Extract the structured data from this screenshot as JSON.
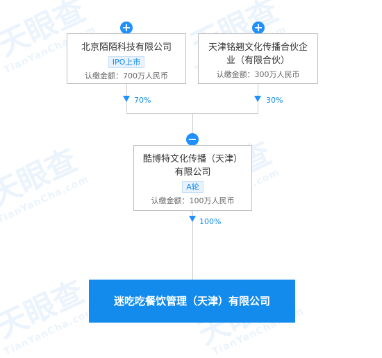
{
  "watermark": {
    "brand": "天眼查",
    "url": "TianYanCha.com"
  },
  "shareholders": [
    {
      "name": "北京陌陌科技有限公司",
      "tag": "IPO上市",
      "capital": "认缴金额：700万人民币",
      "percent": "70%",
      "toggle": "+"
    },
    {
      "name_line1": "天津铭翘文化传播合伙企",
      "name_line2": "业（有限合伙）",
      "capital": "认缴金额：300万人民币",
      "percent": "30%",
      "toggle": "+"
    }
  ],
  "intermediate": {
    "name_line1": "酷博特文化传播（天津）",
    "name_line2": "有限公司",
    "tag": "A轮",
    "capital": "认缴金额：100万人民币",
    "percent": "100%",
    "toggle": "−"
  },
  "target": {
    "name": "迷吃吃餐饮管理（天津）有限公司"
  },
  "colors": {
    "accent": "#128bed",
    "connector": "#cccccc",
    "tag_bg": "#e7f2fd"
  }
}
